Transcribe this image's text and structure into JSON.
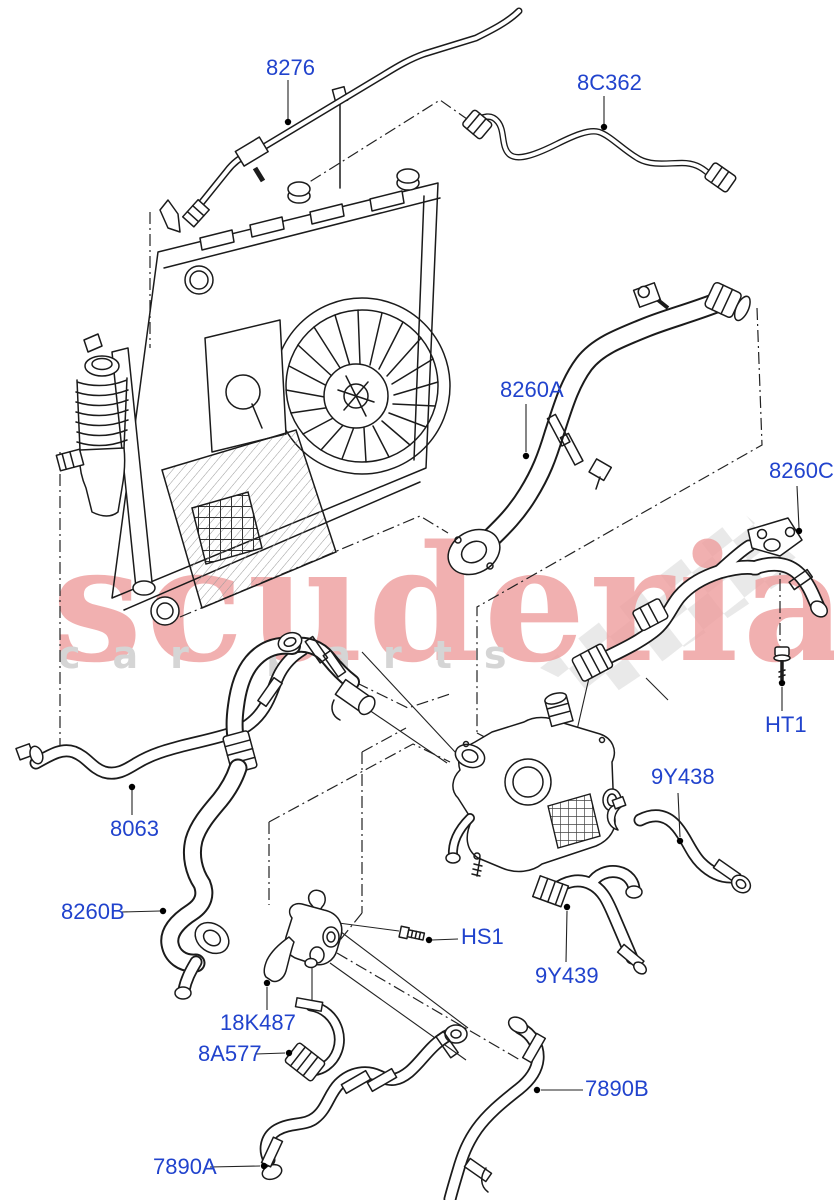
{
  "watermark": {
    "brand": "scuderia",
    "subtext": "car parts"
  },
  "diagram": {
    "description_labels_color": "#2143cd",
    "parts": [
      {
        "label": "8276"
      },
      {
        "label": "8C362"
      },
      {
        "label": "8260A"
      },
      {
        "label": "8260C"
      },
      {
        "label": "HT1"
      },
      {
        "label": "9Y438"
      },
      {
        "label": "8063"
      },
      {
        "label": "8260B"
      },
      {
        "label": "HS1"
      },
      {
        "label": "9Y439"
      },
      {
        "label": "18K487"
      },
      {
        "label": "8A577"
      },
      {
        "label": "7890B"
      },
      {
        "label": "7890A"
      }
    ]
  },
  "colors": {
    "label": "#2143cd",
    "watermark_brand": "#ee9d9d",
    "watermark_subtext": "#d5d5d5",
    "line": "#1b1b1b"
  }
}
